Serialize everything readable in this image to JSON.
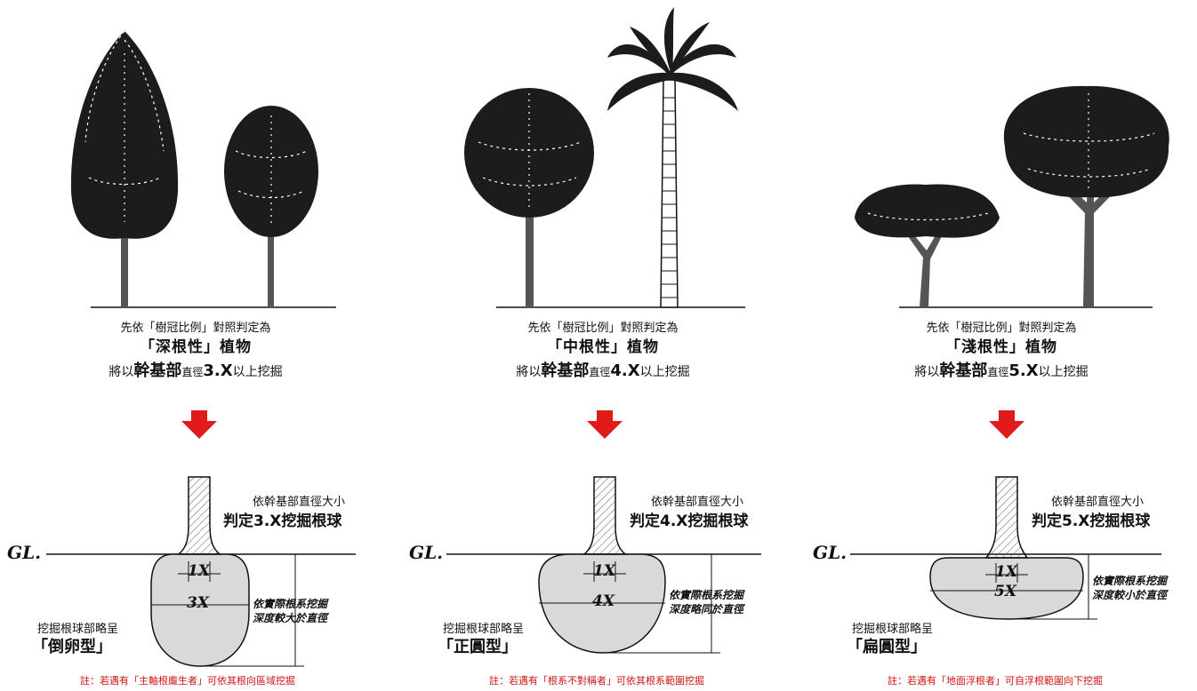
{
  "columns": [
    {
      "intro": "先依「樹冠比例」對照判定為",
      "root_type": "「深根性」植物",
      "dig_prefix": "將以",
      "dig_base": "幹基部",
      "dig_diam": "直徑",
      "dig_multiple": "3.X",
      "dig_suffix": "以上挖掘",
      "basis_line1": "依幹基部直徑大小",
      "basis_line2": "判定3.X挖掘根球",
      "gl_label": "GL.",
      "trunk_mark": "1X",
      "ball_mark": "3X",
      "depth_line1": "依實際根系挖掘",
      "depth_line2": "深度較大於直徑",
      "shape_line1": "挖掘根球部略呈",
      "shape_line2": "「倒卵型」",
      "note": "註：若遇有「主軸根龐生者」可依其根向區域挖掘"
    },
    {
      "intro": "先依「樹冠比例」對照判定為",
      "root_type": "「中根性」植物",
      "dig_prefix": "將以",
      "dig_base": "幹基部",
      "dig_diam": "直徑",
      "dig_multiple": "4.X",
      "dig_suffix": "以上挖掘",
      "basis_line1": "依幹基部直徑大小",
      "basis_line2": "判定4.X挖掘根球",
      "gl_label": "GL.",
      "trunk_mark": "1X",
      "ball_mark": "4X",
      "depth_line1": "依實際根系挖掘",
      "depth_line2": "深度略同於直徑",
      "shape_line1": "挖掘根球部略呈",
      "shape_line2": "「正圓型」",
      "note": "註：若遇有「根系不對稱者」可依其根系範圍挖掘"
    },
    {
      "intro": "先依「樹冠比例」對照判定為",
      "root_type": "「淺根性」植物",
      "dig_prefix": "將以",
      "dig_base": "幹基部",
      "dig_diam": "直徑",
      "dig_multiple": "5.X",
      "dig_suffix": "以上挖掘",
      "basis_line1": "依幹基部直徑大小",
      "basis_line2": "判定5.X挖掘根球",
      "gl_label": "GL.",
      "trunk_mark": "1X",
      "ball_mark": "5X",
      "depth_line1": "依實際根系挖掘",
      "depth_line2": "深度較小於直徑",
      "shape_line1": "挖掘根球部略呈",
      "shape_line2": "「扁圓型」",
      "note": "註：若遇有「地面浮根者」可自浮根範圍向下挖掘"
    }
  ],
  "colors": {
    "arrow": "#e11b1b",
    "note": "#d21414",
    "root_ball": "#d9d9d9",
    "ink": "#111111"
  },
  "icons": [
    "conifer-tree",
    "oval-tree",
    "round-tree",
    "palm-tree",
    "umbrella-tree",
    "spreading-tree",
    "down-arrow"
  ]
}
